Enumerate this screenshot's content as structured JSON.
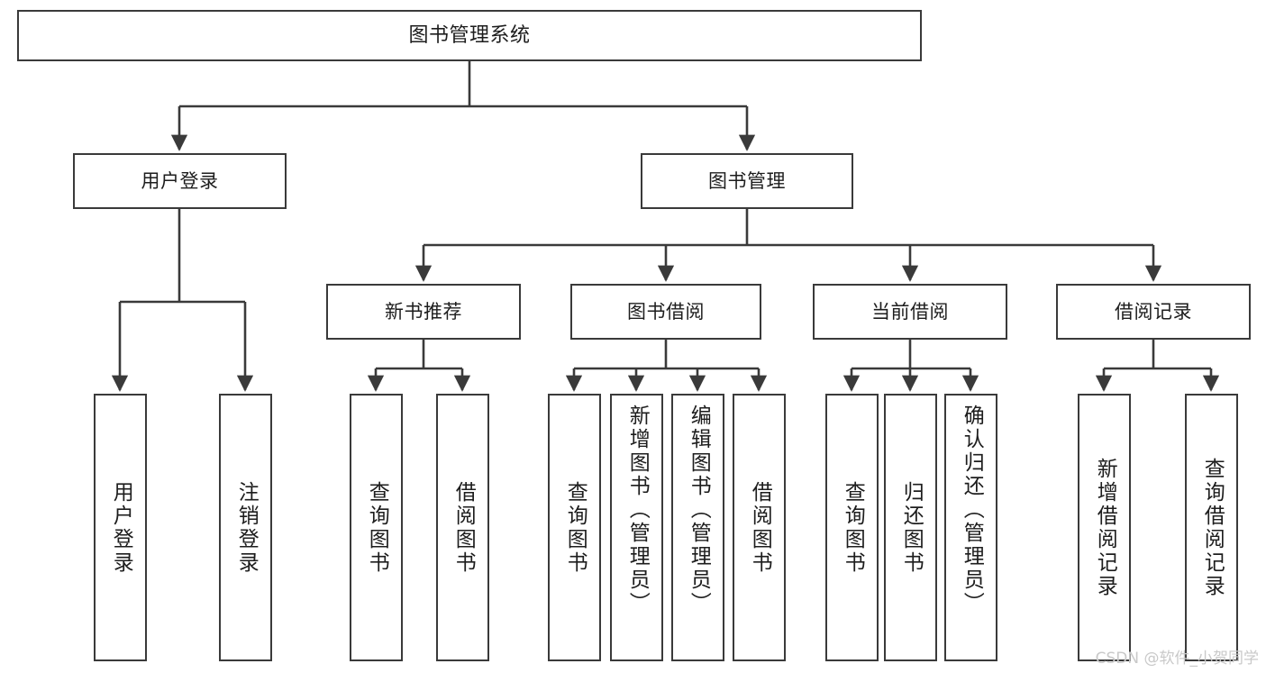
{
  "diagram": {
    "title": "图书管理系统",
    "type": "hierarchy-tree",
    "watermark": "CSDN @软件_小贺同学",
    "colors": {
      "stroke": "#3a3a3a",
      "fill": "#ffffff",
      "text": "#1d1d1d",
      "watermark": "#c9c9c9"
    },
    "nodes": {
      "root": {
        "label": "图书管理系统"
      },
      "level2": [
        {
          "label": "用户登录"
        },
        {
          "label": "图书管理"
        }
      ],
      "level3": [
        {
          "label": "新书推荐"
        },
        {
          "label": "图书借阅"
        },
        {
          "label": "当前借阅"
        },
        {
          "label": "借阅记录"
        }
      ],
      "leaves": {
        "user_login": [
          {
            "label": "用户登录"
          },
          {
            "label": "注销登录"
          }
        ],
        "new_book": [
          {
            "label": "查询图书"
          },
          {
            "label": "借阅图书"
          }
        ],
        "book_borrow": [
          {
            "label": "查询图书"
          },
          {
            "label": "新增图书（管理员）"
          },
          {
            "label": "编辑图书（管理员）"
          },
          {
            "label": "借阅图书"
          }
        ],
        "current_borrow": [
          {
            "label": "查询图书"
          },
          {
            "label": "归还图书"
          },
          {
            "label": "确认归还（管理员）"
          }
        ],
        "borrow_record": [
          {
            "label": "新增借阅记录"
          },
          {
            "label": "查询借阅记录"
          }
        ]
      }
    }
  }
}
